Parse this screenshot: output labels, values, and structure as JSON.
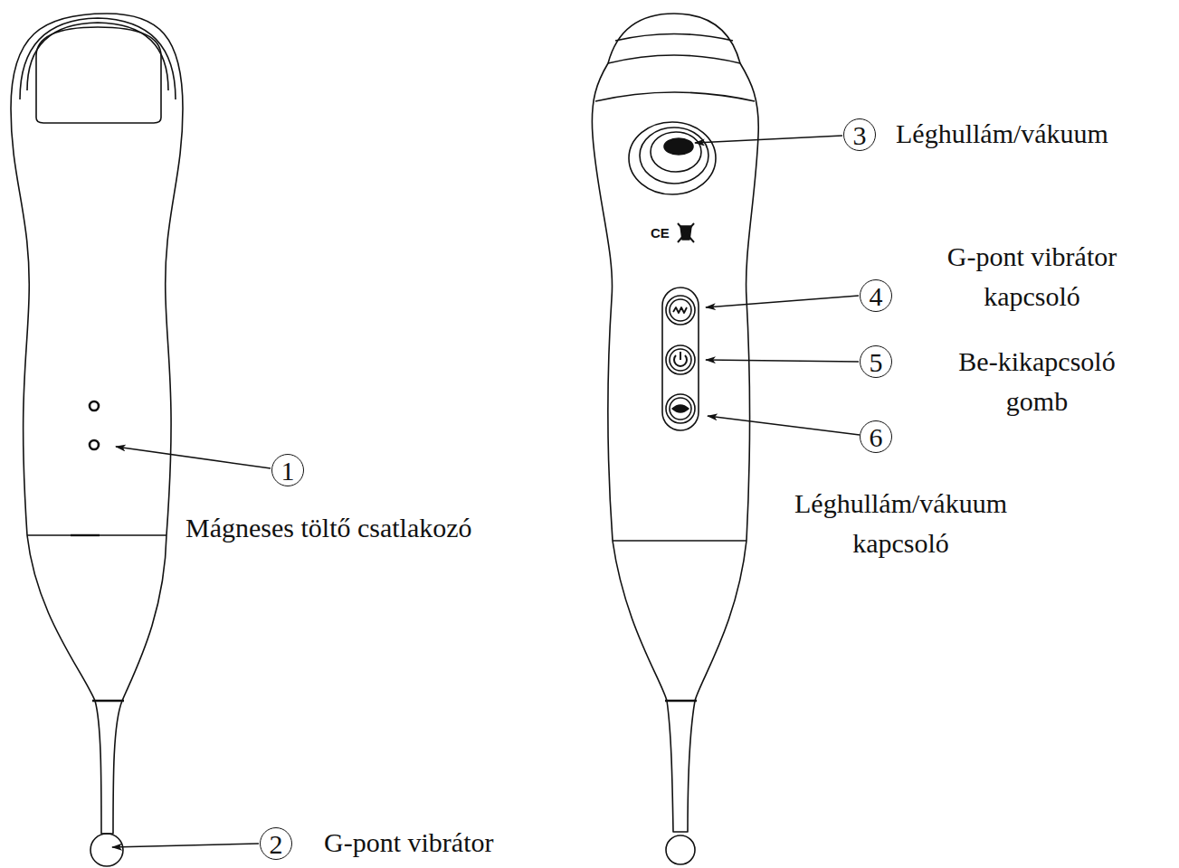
{
  "diagram": {
    "labels": [
      "1",
      "Mágneses töltő csatlakozó",
      "2",
      "G-pont vibrátor",
      "3",
      "Léghullám/vákuum",
      "CE",
      "4",
      "G-pont vibrátor kapcsoló",
      "5",
      "Be-kikapcsoló gomb",
      "6",
      "Léghullám/vákuum kapcsoló"
    ]
  }
}
